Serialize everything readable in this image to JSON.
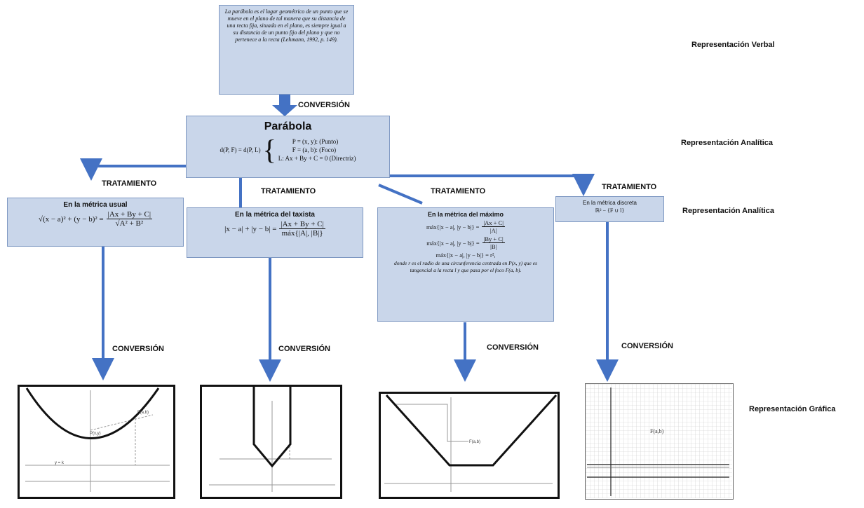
{
  "verbal": {
    "text": "La parábola es el lugar geométrico de un punto que se mueve en el plano de tal manera que su distancia de una recta fija, situada en el plano, es siempre igual a su distancia de un punto fijo del plano y que no pertenece a la recta (Lehmann, 1992, p. 149)."
  },
  "parabola": {
    "title": "Parábola",
    "lhs": "d(P, F) = d(P, L)",
    "system": [
      "P = (x, y): (Punto)",
      "F = (a, b): (Foco)",
      "L: Ax + By + C = 0 (Directriz)"
    ]
  },
  "labels": {
    "conversion": "CONVERSIÓN",
    "tratamiento": "TRATAMIENTO"
  },
  "side_labels": {
    "verbal": "Representación Verbal",
    "analitica1": "Representación Analítica",
    "analitica2": "Representación Analítica",
    "grafica": "Representación Gráfica"
  },
  "metrics": {
    "usual": {
      "title": "En la métrica usual",
      "lhs": "√(x − a)² + (y − b)² =",
      "num": "|Ax + By + C|",
      "den": "√A² + B²"
    },
    "taxi": {
      "title": "En la métrica del taxista",
      "lhs": "|x − a| + |y − b| =",
      "num": "|Ax + By + C|",
      "den": "máx{|A|, |B|}"
    },
    "max": {
      "title": "En la métrica del máximo",
      "line1_lhs": "máx{|x − a|, |y − b|} =",
      "line1_num": "|Ax + C|",
      "line1_den": "|A|",
      "line2_lhs": "máx{|x − a|, |y − b|} =",
      "line2_num": "|By + C|",
      "line2_den": "|B|",
      "line3": "máx{|x − a|, |y − b|} = r²,",
      "note": "donde r es el radio de una circunferencia centrada en P(x, y) que es tangencial a la recta l y que pasa por el foco F(a, b)."
    },
    "discreta": {
      "title": "En la métrica discreta",
      "formula": "ℝ² − {F ∪ l}"
    }
  },
  "graphs": {
    "g1_labels": [
      "F(a,b)",
      "P(x,y)",
      "y = k"
    ],
    "g3_label": "F(a,b)",
    "g4_label": "F(a,b)"
  }
}
